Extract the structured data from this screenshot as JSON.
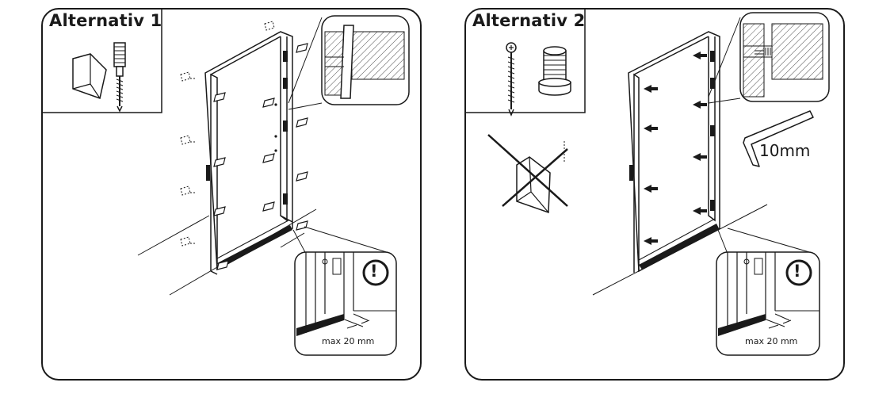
{
  "alternative_1": {
    "title": "Alternativ 1",
    "measure_label": "max 20 mm",
    "warning_symbol": "!",
    "icons": [
      "wedge-icon",
      "anchor-screw-icon",
      "warning-icon"
    ]
  },
  "alternative_2": {
    "title": "Alternativ 2",
    "measure_label": "max 20 mm",
    "wrench_size": "10mm",
    "warning_symbol": "!",
    "icons": [
      "frame-screw-icon",
      "adjustment-sleeve-icon",
      "hex-key-icon",
      "no-wedge-icon",
      "warning-icon"
    ]
  },
  "colors": {
    "line": "#1a1a1a",
    "background": "#ffffff",
    "hatch": "#555555"
  }
}
